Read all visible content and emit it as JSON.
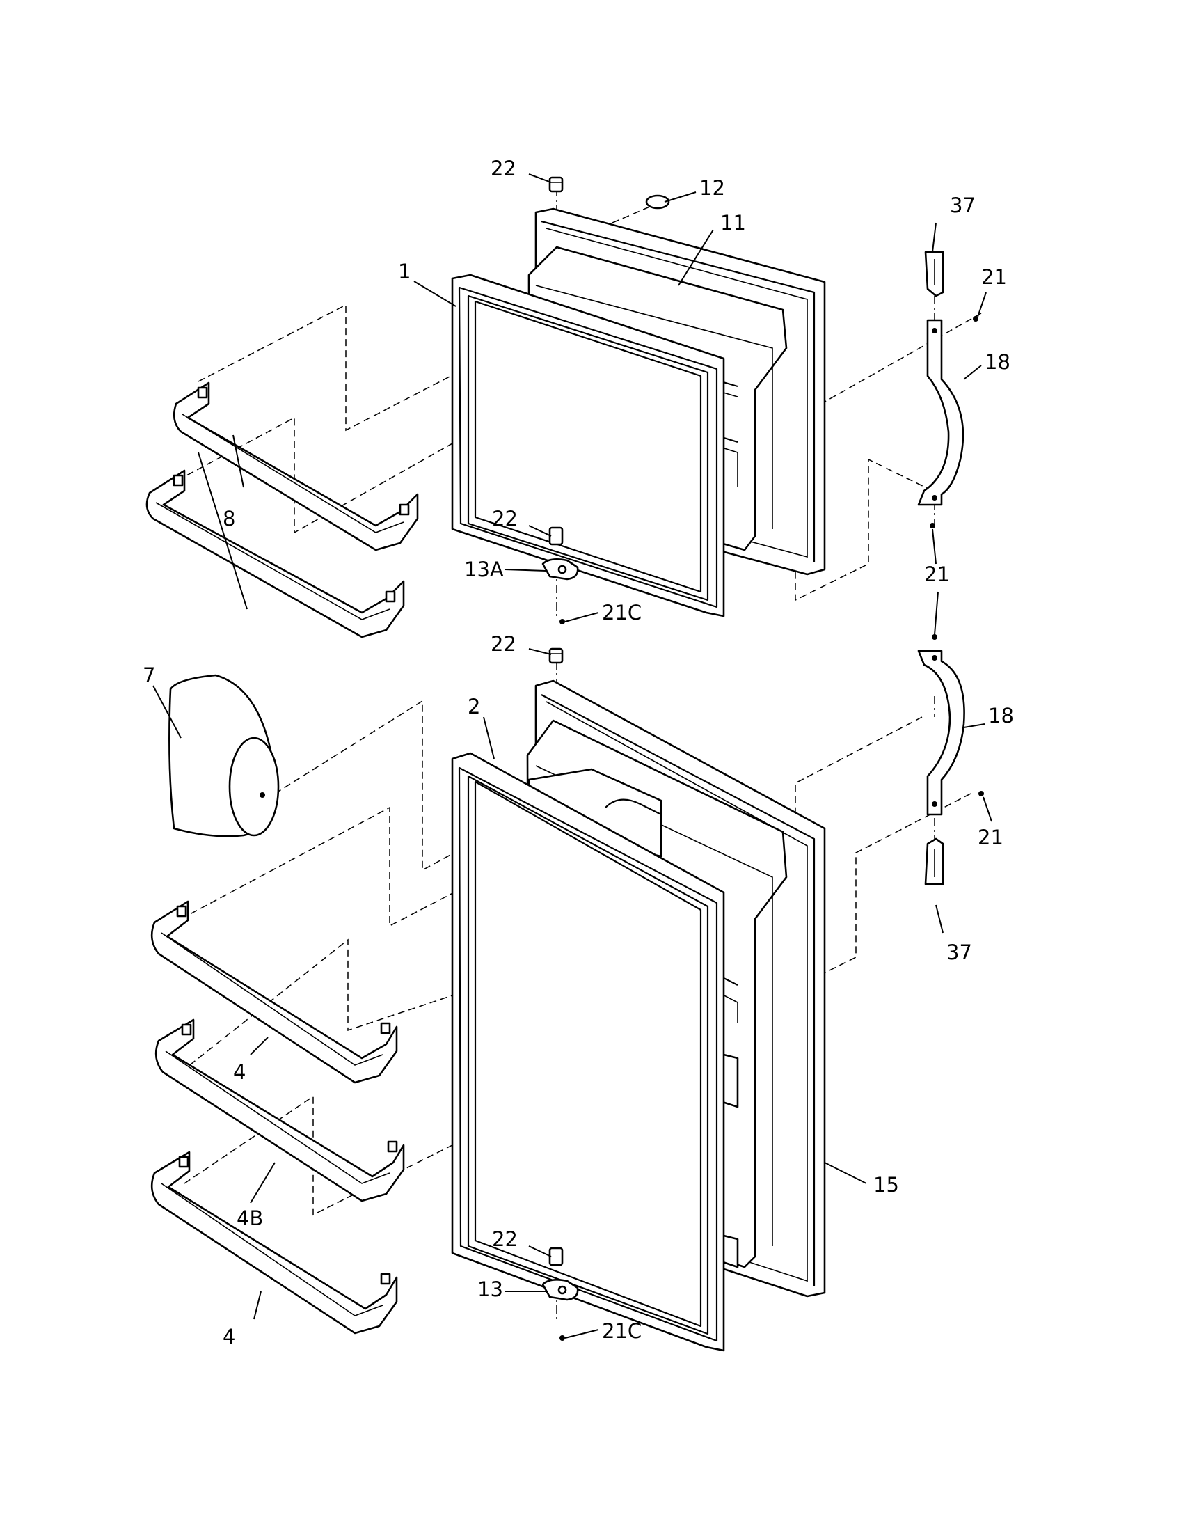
{
  "diagram": {
    "callouts": {
      "c1": "1",
      "c2": "2",
      "c4a": "4",
      "c4b": "4",
      "c4B": "4B",
      "c7": "7",
      "c8": "8",
      "c11": "11",
      "c12": "12",
      "c13": "13",
      "c13A": "13A",
      "c15": "15",
      "c18a": "18",
      "c18b": "18",
      "c21a": "21",
      "c21b": "21",
      "c21c": "21",
      "c21Ca": "21C",
      "c21Cb": "21C",
      "c22a": "22",
      "c22b": "22",
      "c22c": "22",
      "c22d": "22",
      "c37a": "37",
      "c37b": "37"
    }
  }
}
